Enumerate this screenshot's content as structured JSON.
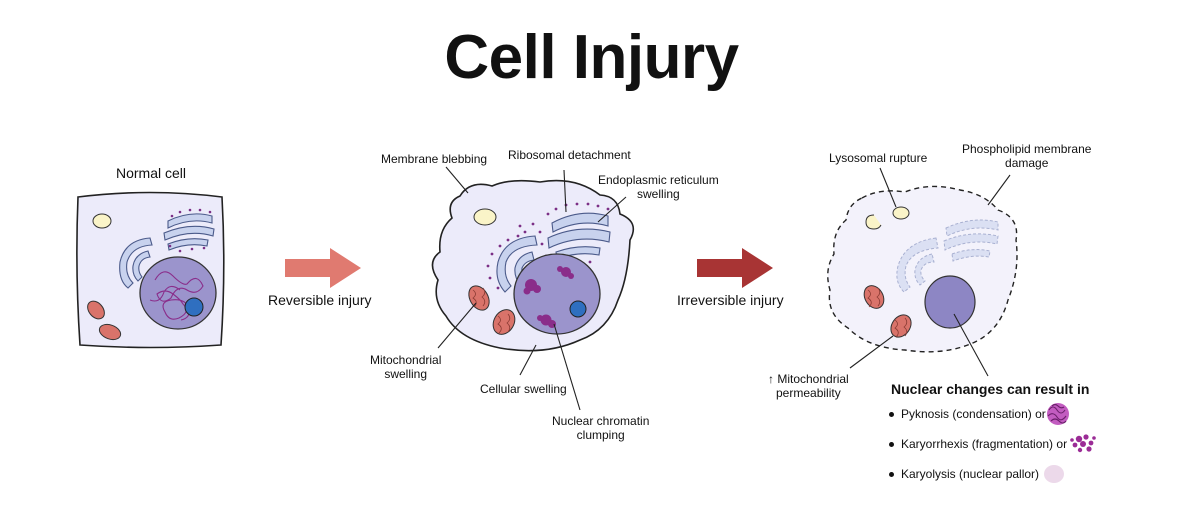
{
  "title": "Cell Injury",
  "stages": {
    "normal": {
      "label": "Normal cell"
    },
    "reversible_arrow": {
      "label": "Reversible injury",
      "color": "#e07a70"
    },
    "irreversible_arrow": {
      "label": "Irreversible injury",
      "color": "#a83434"
    }
  },
  "annotations": {
    "membrane_blebbing": "Membrane blebbing",
    "ribosomal_detachment": "Ribosomal detachment",
    "er_swelling_1": "Endoplasmic reticulum",
    "er_swelling_2": "swelling",
    "mito_swelling_1": "Mitochondrial",
    "mito_swelling_2": "swelling",
    "cellular_swelling": "Cellular swelling",
    "chromatin_1": "Nuclear chromatin",
    "chromatin_2": "clumping",
    "lysosomal_rupture": "Lysosomal rupture",
    "phospholipid_1": "Phospholipid membrane",
    "phospholipid_2": "damage",
    "mito_perm_1": "↑ Mitochondrial",
    "mito_perm_2": "permeability"
  },
  "nuclear_changes": {
    "heading": "Nuclear changes can result in",
    "items": [
      {
        "text": "Pyknosis (condensation) or",
        "icon": "pyknosis-icon"
      },
      {
        "text": "Karyorrhexis (fragmentation) or",
        "icon": "karyorrhexis-icon"
      },
      {
        "text": "Karyolysis (nuclear pallor)",
        "icon": "karyolysis-icon"
      }
    ]
  },
  "colors": {
    "cytoplasm": "#ecebfa",
    "nucleus": "#9b94cc",
    "nucleolus": "#2f6fc0",
    "chromatin": "#8a2d8a",
    "mitochondria": "#d9736a",
    "lysosome": "#faf4c8",
    "er_golgi": "#c8d2ee"
  }
}
